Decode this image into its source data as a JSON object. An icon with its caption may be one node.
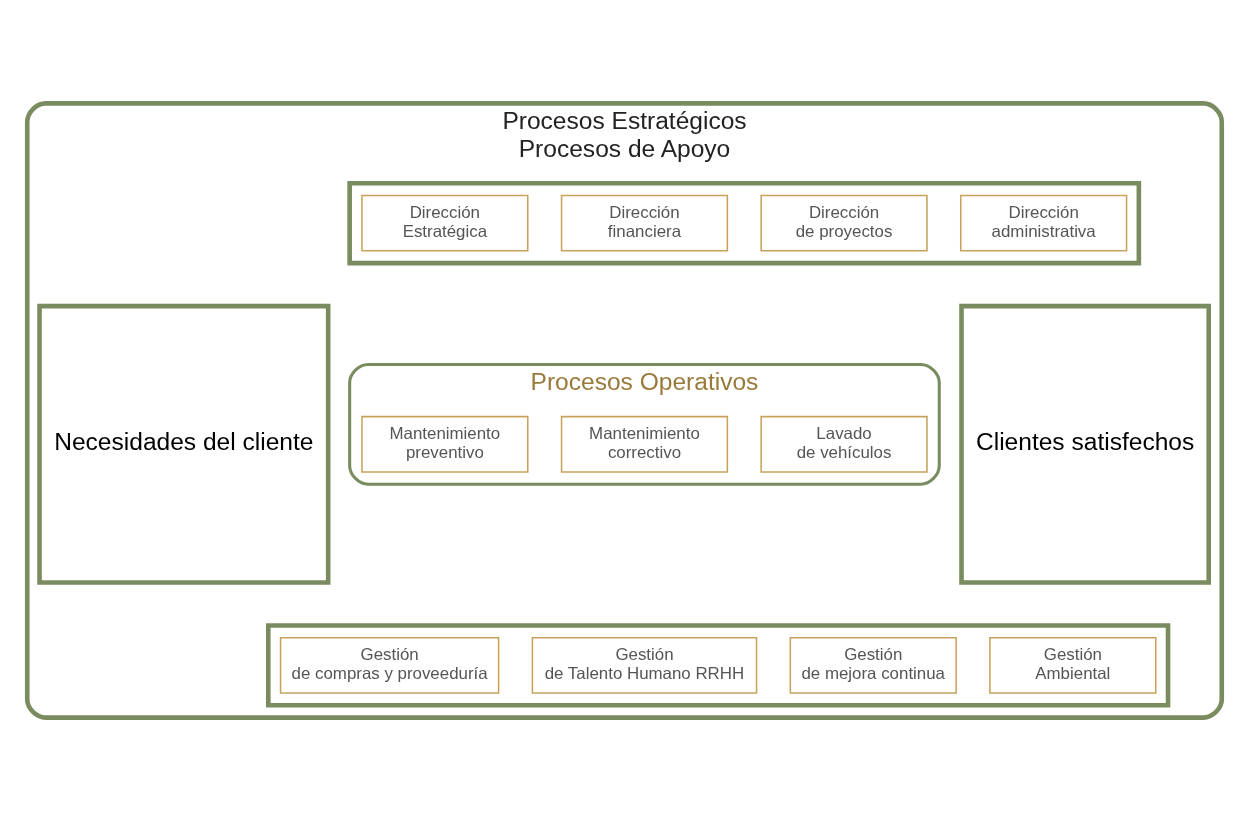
{
  "diagram": {
    "nodes": [
      {
        "text": [
          "Procesos Estratégicos",
          "Procesos de Apoyo"
        ]
      },
      {
        "text": [
          "Necesidades del cliente"
        ],
        "in": 0
      },
      {
        "text": [],
        "shape": "pentagon",
        "in": 0
      },
      {
        "text": [
          "Dirección Estratégica"
        ],
        "in": 2
      },
      {
        "text": [
          "Dirección financiera"
        ],
        "in": 2
      },
      {
        "text": [
          "Dirección de proyectos"
        ],
        "in": 2
      },
      {
        "text": [
          "Dirección administrativa"
        ],
        "in": 2
      },
      {
        "text": [
          "Procesos Operativos"
        ],
        "in": 0
      },
      {
        "text": [
          "Mantenimiento preventivo"
        ],
        "in": 7
      },
      {
        "text": [
          "Mantenimiento correctivo"
        ],
        "in": 7
      },
      {
        "text": [
          "Lavado de vehículos"
        ],
        "in": 7
      },
      {
        "text": [],
        "shape": "pentagon",
        "in": 0
      },
      {
        "text": [
          "Gestión de compras y proveeduría"
        ],
        "in": 11
      },
      {
        "text": [
          "Gestión de Talento Humano RRHH"
        ],
        "in": 11
      },
      {
        "text": [
          "Gestión de mejora continua"
        ],
        "in": 11
      },
      {
        "text": [
          "Gestión Ambiental"
        ],
        "in": 11
      },
      {
        "text": [
          "Clientes satisfechos"
        ],
        "in": 0
      }
    ],
    "edges": []
  }
}
